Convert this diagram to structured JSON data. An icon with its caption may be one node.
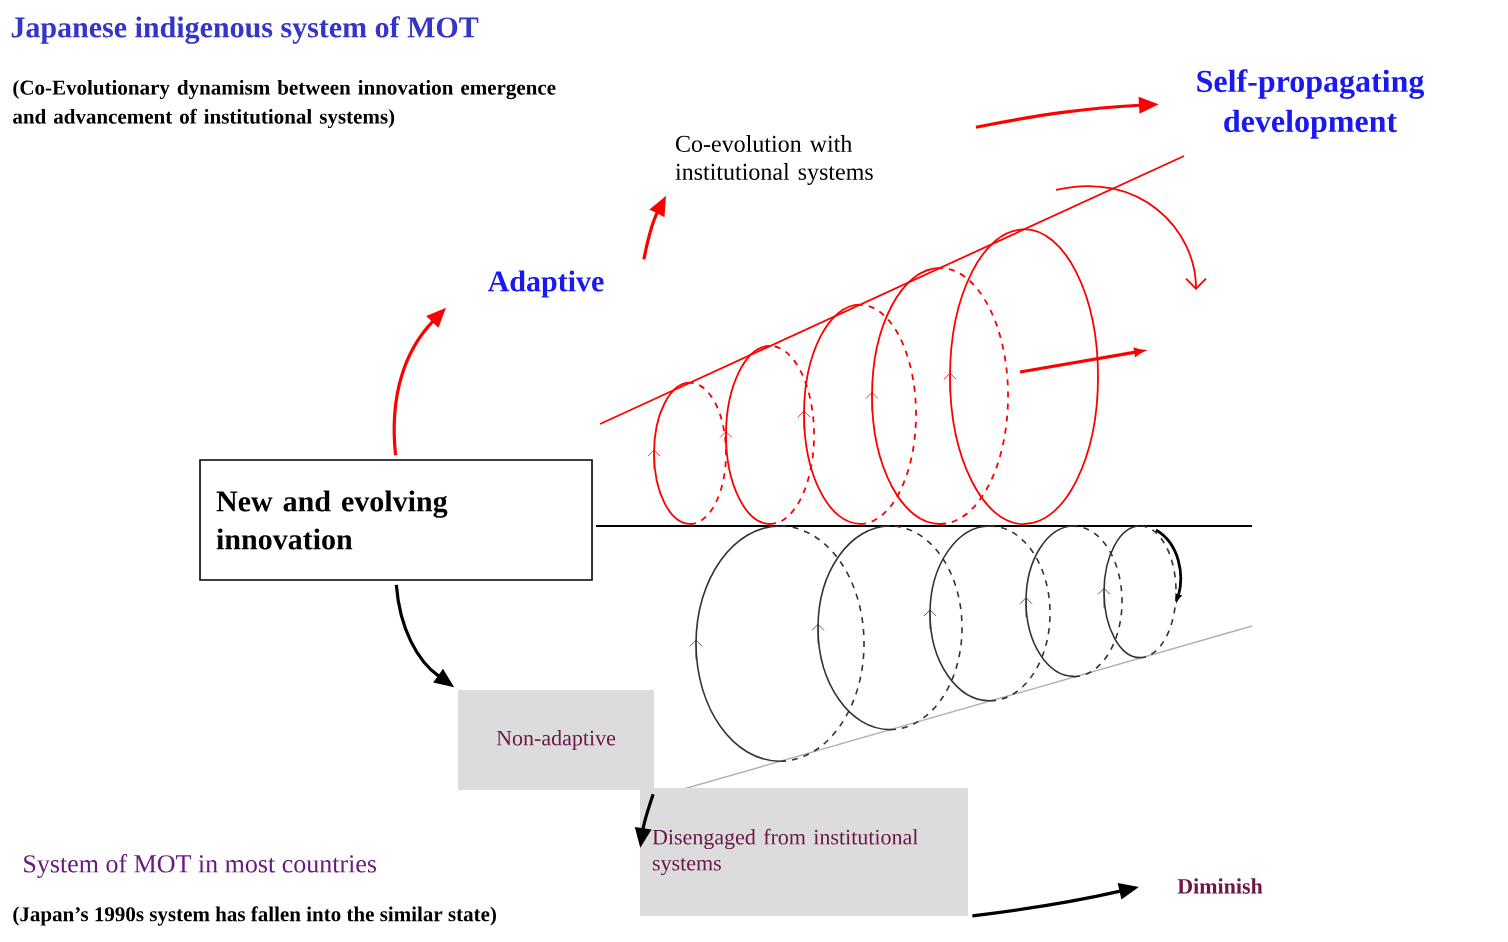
{
  "diagram": {
    "title": "Japanese indigenous system of MOT",
    "nodes": [
      {
        "text": [
          "New and evolving innovation"
        ]
      },
      {
        "text": [
          "Adaptive"
        ]
      },
      {
        "text": [
          "Co-evolution with institutional systems"
        ]
      },
      {
        "text": [
          "Self-propagating development"
        ]
      },
      {
        "text": [
          "Non-adaptive"
        ]
      },
      {
        "text": [
          "Disengaged from institutional systems"
        ]
      },
      {
        "text": [
          "Diminish"
        ]
      }
    ],
    "edges": [
      {
        "from": 0,
        "to": 1,
        "arrow": "to",
        "color": "#ff0000"
      },
      {
        "from": 1,
        "to": 2,
        "arrow": "to",
        "color": "#ff0000"
      },
      {
        "from": 2,
        "to": 3,
        "arrow": "to",
        "color": "#ff0000"
      },
      {
        "from": 0,
        "to": 4,
        "arrow": "to",
        "color": "#000000"
      },
      {
        "from": 4,
        "to": 5,
        "arrow": "to",
        "color": "#000000"
      },
      {
        "from": 5,
        "to": 6,
        "arrow": "to",
        "color": "#000000"
      }
    ],
    "labels": [
      "(Co-Evolutionary dynamism between innovation emergence and advancement of institutional systems)",
      "System of MOT in most countries",
      "(Japan’s 1990s system has fallen into the similar state)"
    ]
  }
}
